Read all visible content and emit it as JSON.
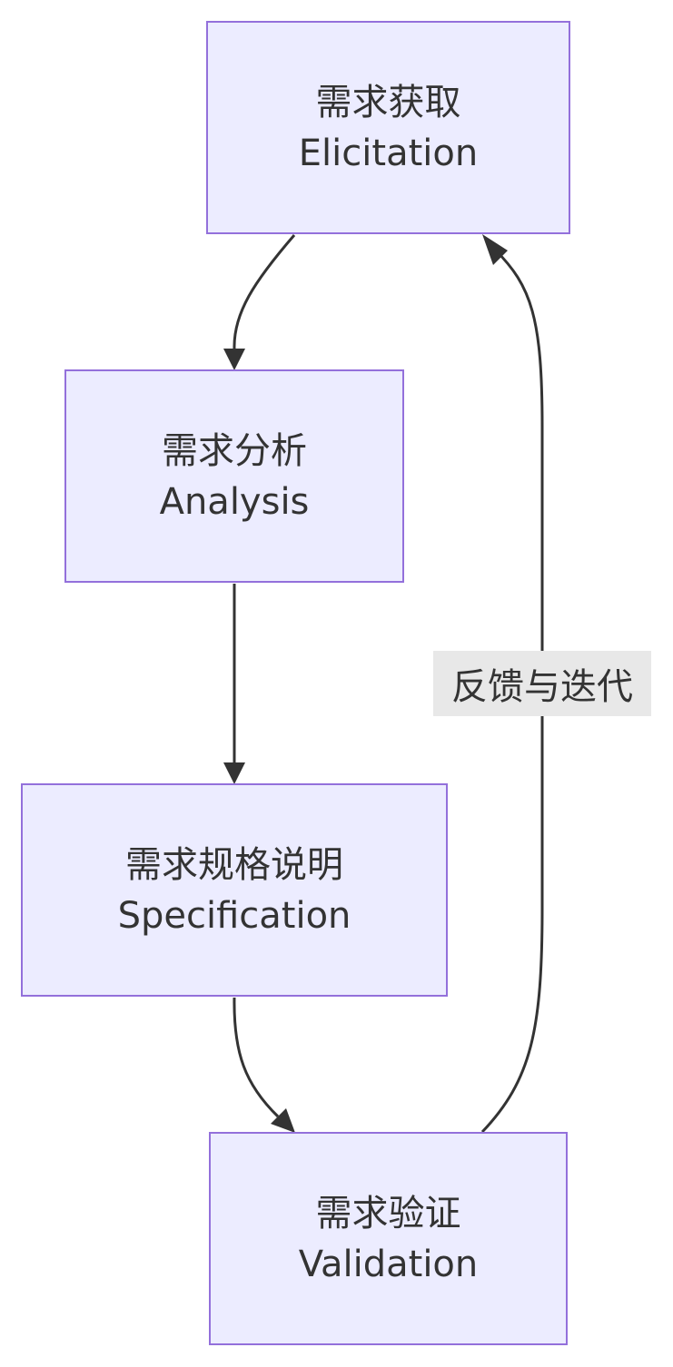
{
  "nodes": {
    "elicitation": {
      "zh": "需求获取",
      "en": "Elicitation"
    },
    "analysis": {
      "zh": "需求分析",
      "en": "Analysis"
    },
    "specification": {
      "zh": "需求规格说明",
      "en": "Specification"
    },
    "validation": {
      "zh": "需求验证",
      "en": "Validation"
    }
  },
  "edges": {
    "feedback_label": "反馈与迭代"
  },
  "colors": {
    "node_fill": "#ececff",
    "node_border": "#9370db",
    "edge": "#333333",
    "label_background": "#e8e8e8",
    "text": "#333333"
  }
}
